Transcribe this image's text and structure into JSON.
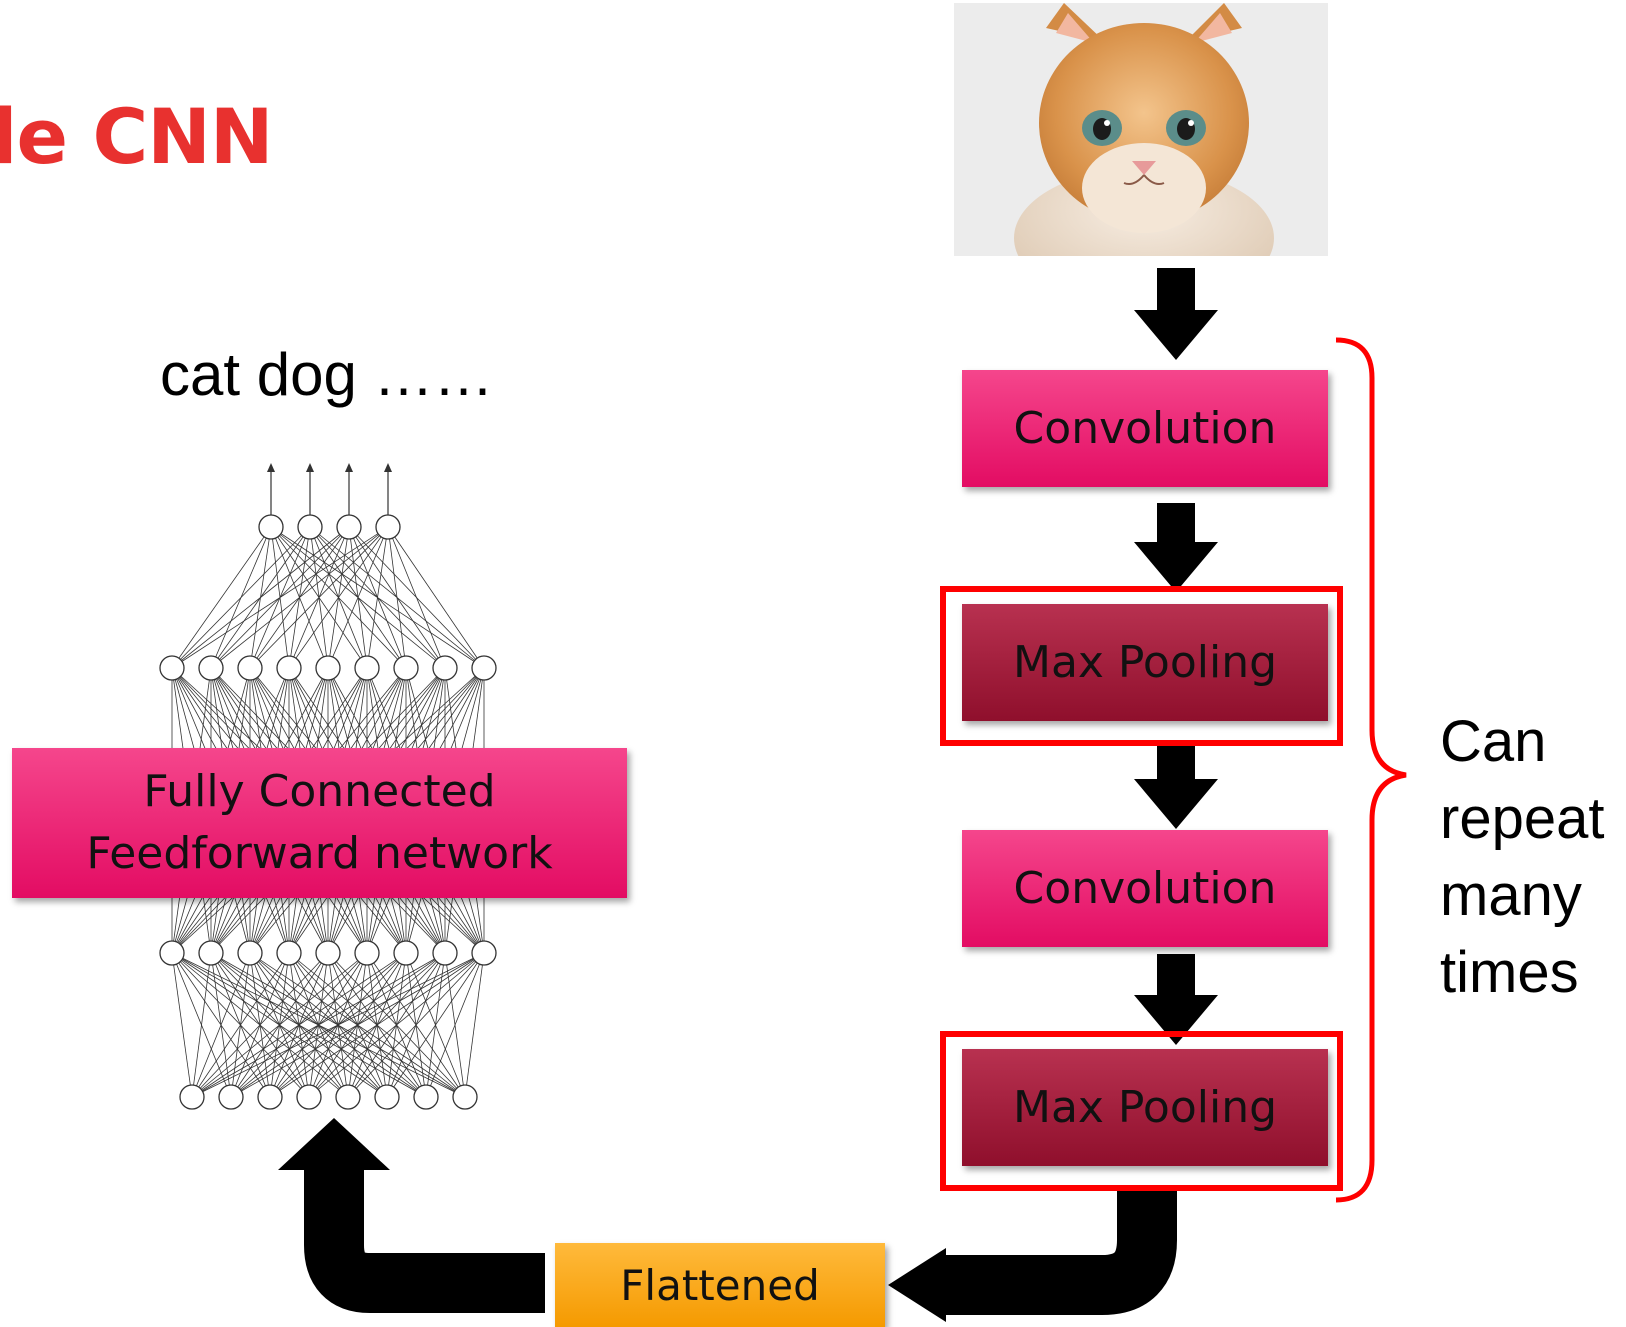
{
  "title": "ple CNN",
  "output_classes": "cat dog ……",
  "input_image": "cat-photo",
  "blocks": {
    "convolution_1": "Convolution",
    "max_pooling_1": "Max Pooling",
    "convolution_2": "Convolution",
    "max_pooling_2": "Max Pooling",
    "flattened": "Flattened",
    "fully_connected_line1": "Fully Connected",
    "fully_connected_line2": "Feedforward network"
  },
  "repeat_note": [
    "Can",
    "repeat",
    "many",
    "times"
  ],
  "colors": {
    "title": "#e8312f",
    "convolution": "#e9175f",
    "max_pooling": "#9b1434",
    "flattened": "#f7a51c",
    "highlight_frame": "#ff0000",
    "arrows": "#000000"
  }
}
